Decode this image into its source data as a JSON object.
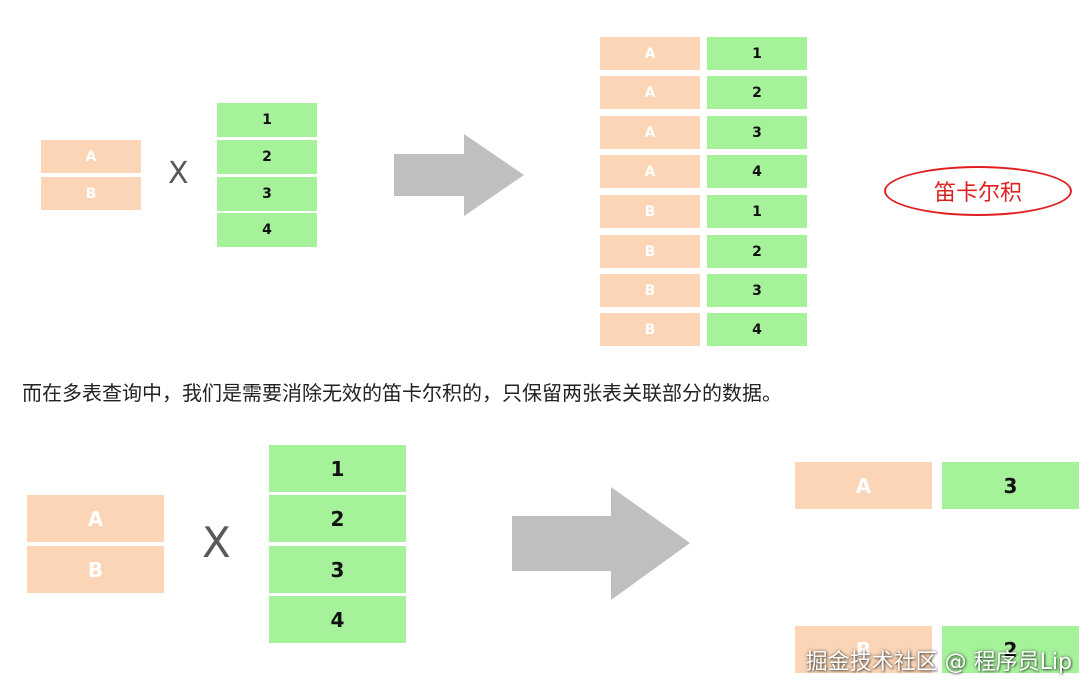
{
  "top": {
    "left_table": [
      "A",
      "B"
    ],
    "times_symbol": "X",
    "right_table": [
      "1",
      "2",
      "3",
      "4"
    ],
    "result_rows": [
      {
        "letter": "A",
        "number": "1"
      },
      {
        "letter": "A",
        "number": "2"
      },
      {
        "letter": "A",
        "number": "3"
      },
      {
        "letter": "A",
        "number": "4"
      },
      {
        "letter": "B",
        "number": "1"
      },
      {
        "letter": "B",
        "number": "2"
      },
      {
        "letter": "B",
        "number": "3"
      },
      {
        "letter": "B",
        "number": "4"
      }
    ],
    "label": "笛卡尔积"
  },
  "caption": "而在多表查询中，我们是需要消除无效的笛卡尔积的，只保留两张表关联部分的数据。",
  "bottom": {
    "left_table": [
      "A",
      "B"
    ],
    "times_symbol": "X",
    "right_table": [
      "1",
      "2",
      "3",
      "4"
    ],
    "result_rows": [
      {
        "letter": "A",
        "number": "3"
      },
      {
        "letter": "B",
        "number": "2"
      }
    ]
  },
  "watermark": "掘金技术社区 @ 程序员Lip",
  "colors": {
    "left_cell": "#fbd5b5",
    "right_cell": "#a6f29b",
    "arrow": "#bfbfbf",
    "label": "#e02020"
  }
}
